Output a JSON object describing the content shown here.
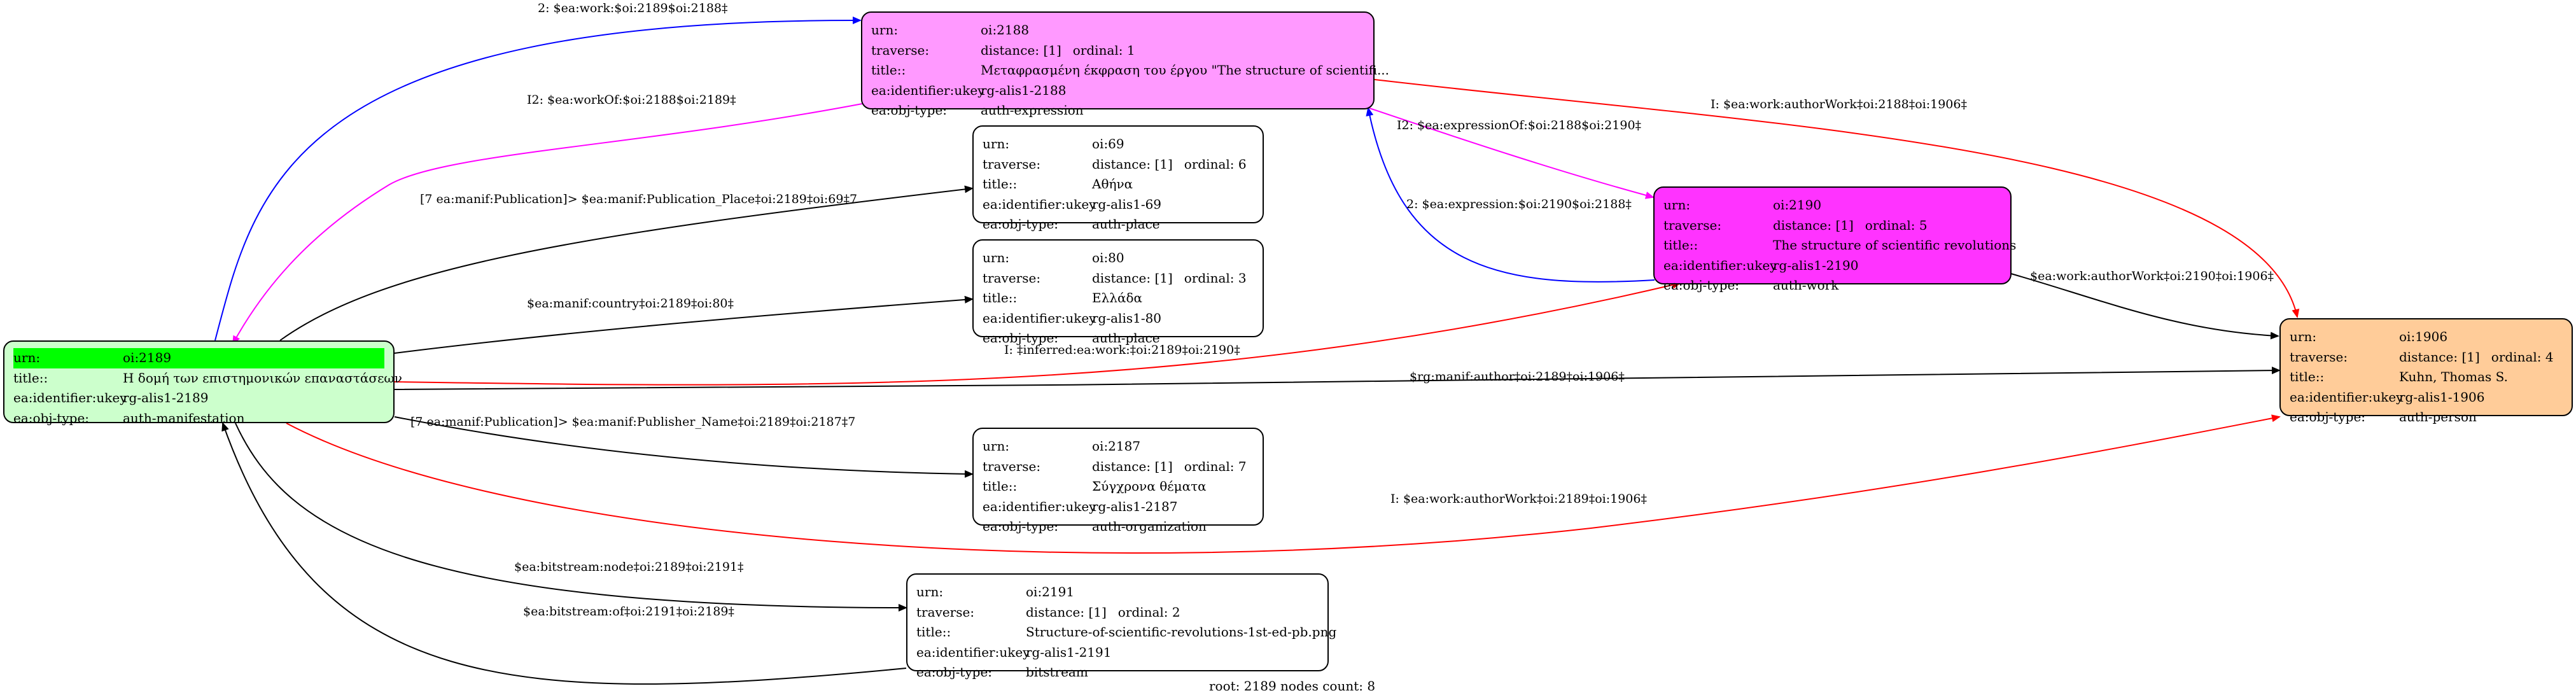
{
  "colors": {
    "default": "#000000",
    "expression": "#ff99ff",
    "work": "#ff33ff",
    "manifestation": "#ccffcc",
    "manifestation_highlight": "#00ff00",
    "person": "#ffcc99",
    "edge_black": "#000000",
    "edge_red": "#ff0000",
    "edge_blue": "#0000ff",
    "edge_magenta": "#ff00ff"
  },
  "nodes": {
    "n2188": {
      "rows": [
        {
          "k": "urn:",
          "v": "oi:2188"
        },
        {
          "k": "traverse:",
          "v": "distance: [1]",
          "v2": "ordinal: 1"
        },
        {
          "k": "title::",
          "v": "Μεταφρασμένη έκφραση του έργου \"The structure of scientifi..."
        },
        {
          "k": "ea:identifier:ukey",
          "v": "rg-alis1-2188"
        },
        {
          "k": "ea:obj-type:",
          "v": "auth-expression"
        }
      ]
    },
    "n69": {
      "rows": [
        {
          "k": "urn:",
          "v": "oi:69"
        },
        {
          "k": "traverse:",
          "v": "distance: [1]",
          "v2": "ordinal: 6"
        },
        {
          "k": "title::",
          "v": "Αθήνα"
        },
        {
          "k": "ea:identifier:ukey",
          "v": "rg-alis1-69"
        },
        {
          "k": "ea:obj-type:",
          "v": "auth-place"
        }
      ]
    },
    "n80": {
      "rows": [
        {
          "k": "urn:",
          "v": "oi:80"
        },
        {
          "k": "traverse:",
          "v": "distance: [1]",
          "v2": "ordinal: 3"
        },
        {
          "k": "title::",
          "v": "Ελλάδα"
        },
        {
          "k": "ea:identifier:ukey",
          "v": "rg-alis1-80"
        },
        {
          "k": "ea:obj-type:",
          "v": "auth-place"
        }
      ]
    },
    "n2190": {
      "rows": [
        {
          "k": "urn:",
          "v": "oi:2190"
        },
        {
          "k": "traverse:",
          "v": "distance: [1]",
          "v2": "ordinal: 5"
        },
        {
          "k": "title::",
          "v": "The structure of scientific revolutions"
        },
        {
          "k": "ea:identifier:ukey",
          "v": "rg-alis1-2190"
        },
        {
          "k": "ea:obj-type:",
          "v": "auth-work"
        }
      ]
    },
    "n2189": {
      "rows": [
        {
          "k": "urn:",
          "v": "oi:2189"
        },
        {
          "k": "title::",
          "v": "Η δομή των επιστημονικών επαναστάσεων"
        },
        {
          "k": "ea:identifier:ukey",
          "v": "rg-alis1-2189"
        },
        {
          "k": "ea:obj-type:",
          "v": "auth-manifestation"
        }
      ]
    },
    "n1906": {
      "rows": [
        {
          "k": "urn:",
          "v": "oi:1906"
        },
        {
          "k": "traverse:",
          "v": "distance: [1]",
          "v2": "ordinal: 4"
        },
        {
          "k": "title::",
          "v": "Kuhn, Thomas S."
        },
        {
          "k": "ea:identifier:ukey",
          "v": "rg-alis1-1906"
        },
        {
          "k": "ea:obj-type:",
          "v": "auth-person"
        }
      ]
    },
    "n2187": {
      "rows": [
        {
          "k": "urn:",
          "v": "oi:2187"
        },
        {
          "k": "traverse:",
          "v": "distance: [1]",
          "v2": "ordinal: 7"
        },
        {
          "k": "title::",
          "v": "Σύγχρονα θέματα"
        },
        {
          "k": "ea:identifier:ukey",
          "v": "rg-alis1-2187"
        },
        {
          "k": "ea:obj-type:",
          "v": "auth-organization"
        }
      ]
    },
    "n2191": {
      "rows": [
        {
          "k": "urn:",
          "v": "oi:2191"
        },
        {
          "k": "traverse:",
          "v": "distance: [1]",
          "v2": "ordinal: 2"
        },
        {
          "k": "title::",
          "v": "Structure-of-scientific-revolutions-1st-ed-pb.png"
        },
        {
          "k": "ea:identifier:ukey",
          "v": "rg-alis1-2191"
        },
        {
          "k": "ea:obj-type:",
          "v": "bitstream"
        }
      ]
    }
  },
  "edges": {
    "e1": "2: $ea:work:$oi:2189$oi:2188‡",
    "e2": "I2: $ea:workOf:$oi:2188$oi:2189‡",
    "e3": "I: $ea:work:authorWork‡oi:2188‡oi:1906‡",
    "e4": "I2: $ea:expressionOf:$oi:2188$oi:2190‡",
    "e5": "2: $ea:expression:$oi:2190$oi:2188‡",
    "e6": "[7 ea:manif:Publication]> $ea:manif:Publication_Place‡oi:2189‡oi:69‡7",
    "e7": "$ea:manif:country‡oi:2189‡oi:80‡",
    "e8": "I: ‡inferred:ea:work:‡oi:2189‡oi:2190‡",
    "e9": "$ea:work:authorWork‡oi:2190‡oi:1906‡",
    "e10": "$rg:manif:author‡oi:2189‡oi:1906‡",
    "e11": "[7 ea:manif:Publication]> $ea:manif:Publisher_Name‡oi:2189‡oi:2187‡7",
    "e12": "I: $ea:work:authorWork‡oi:2189‡oi:1906‡",
    "e13": "$ea:bitstream:node‡oi:2189‡oi:2191‡",
    "e14": "$ea:bitstream:of‡oi:2191‡oi:2189‡"
  },
  "footer": "root: 2189 nodes count: 8"
}
